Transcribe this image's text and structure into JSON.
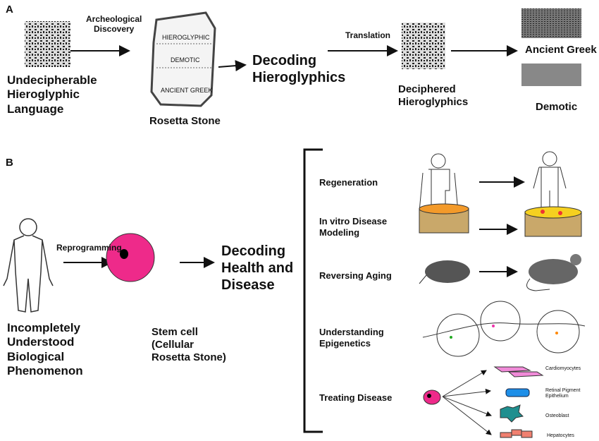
{
  "panel_a": {
    "label": "A",
    "source_label": "Undecipherable\nHieroglyphic\nLanguage",
    "discovery_label": "Archeological\nDiscovery",
    "rosetta_label": "Rosetta Stone",
    "stone_text": [
      "HIEROGLYPHIC",
      "DEMOTIC",
      "ANCIENT GREEK"
    ],
    "decoding_label": "Decoding\nHieroglyphics",
    "translation_label": "Translation",
    "deciphered_label": "Deciphered\nHieroglyphics",
    "greek_label": "Ancient Greek",
    "demotic_label": "Demotic"
  },
  "panel_b": {
    "label": "B",
    "phenomenon_label": "Incompletely\nUnderstood\nBiological\nPhenomenon",
    "reprogramming_label": "Reprogramming",
    "stem_cell_label": "Stem cell\n(Cellular\nRosetta Stone)",
    "decoding_label": "Decoding\nHealth and\nDisease",
    "applications": [
      {
        "label": "Regeneration"
      },
      {
        "label": "In vitro Disease\nModeling"
      },
      {
        "label": "Reversing Aging"
      },
      {
        "label": "Understanding\nEpigenetics"
      },
      {
        "label": "Treating Disease"
      }
    ],
    "cell_types": [
      "Cardiomyocytes",
      "Retinal Pigment\nEpithelium",
      "Osteoblast",
      "Hepatocytes"
    ],
    "colors": {
      "stem_cell": "#ee2a8a",
      "dish": "#f39a2a",
      "rpe": "#1e8fe8",
      "osteoblast": "#1f8f8f",
      "hepatocyte": "#f08070",
      "cardiomyocyte": "#f08ad8"
    }
  }
}
